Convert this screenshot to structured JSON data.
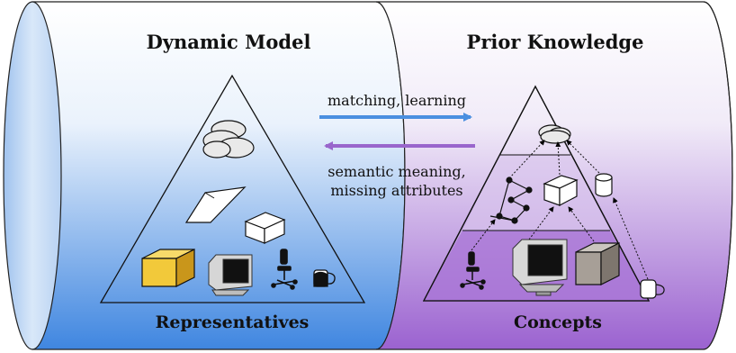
{
  "left_panel": {
    "title": "Dynamic Model",
    "footer": "Representatives",
    "icons": [
      "cloud-icon",
      "parallelogram-icon",
      "wireframe-cube-icon",
      "yellow-cube-icon",
      "monitor-icon",
      "office-chair-icon",
      "mug-icon"
    ]
  },
  "right_panel": {
    "title": "Prior Knowledge",
    "footer": "Concepts",
    "icons": [
      "cloud-icon",
      "polygon-graph-icon",
      "wireframe-cube-icon",
      "cylinder-icon",
      "office-chair-icon",
      "monitor-icon",
      "gray-cube-icon",
      "mug-icon"
    ]
  },
  "arrows": {
    "forward_label": "matching, learning",
    "backward_label_line1": "semantic meaning,",
    "backward_label_line2": "missing attributes",
    "forward_color": "#4a8fe0",
    "backward_color": "#9966cc"
  },
  "colors": {
    "left_gradient_top": "#ffffff",
    "left_gradient_bottom": "#3f86e0",
    "right_gradient_top": "#ffffff",
    "right_gradient_bottom": "#9b62d0",
    "yellow_cube": "#f2c93a",
    "gray_cube": "#a79f97"
  }
}
